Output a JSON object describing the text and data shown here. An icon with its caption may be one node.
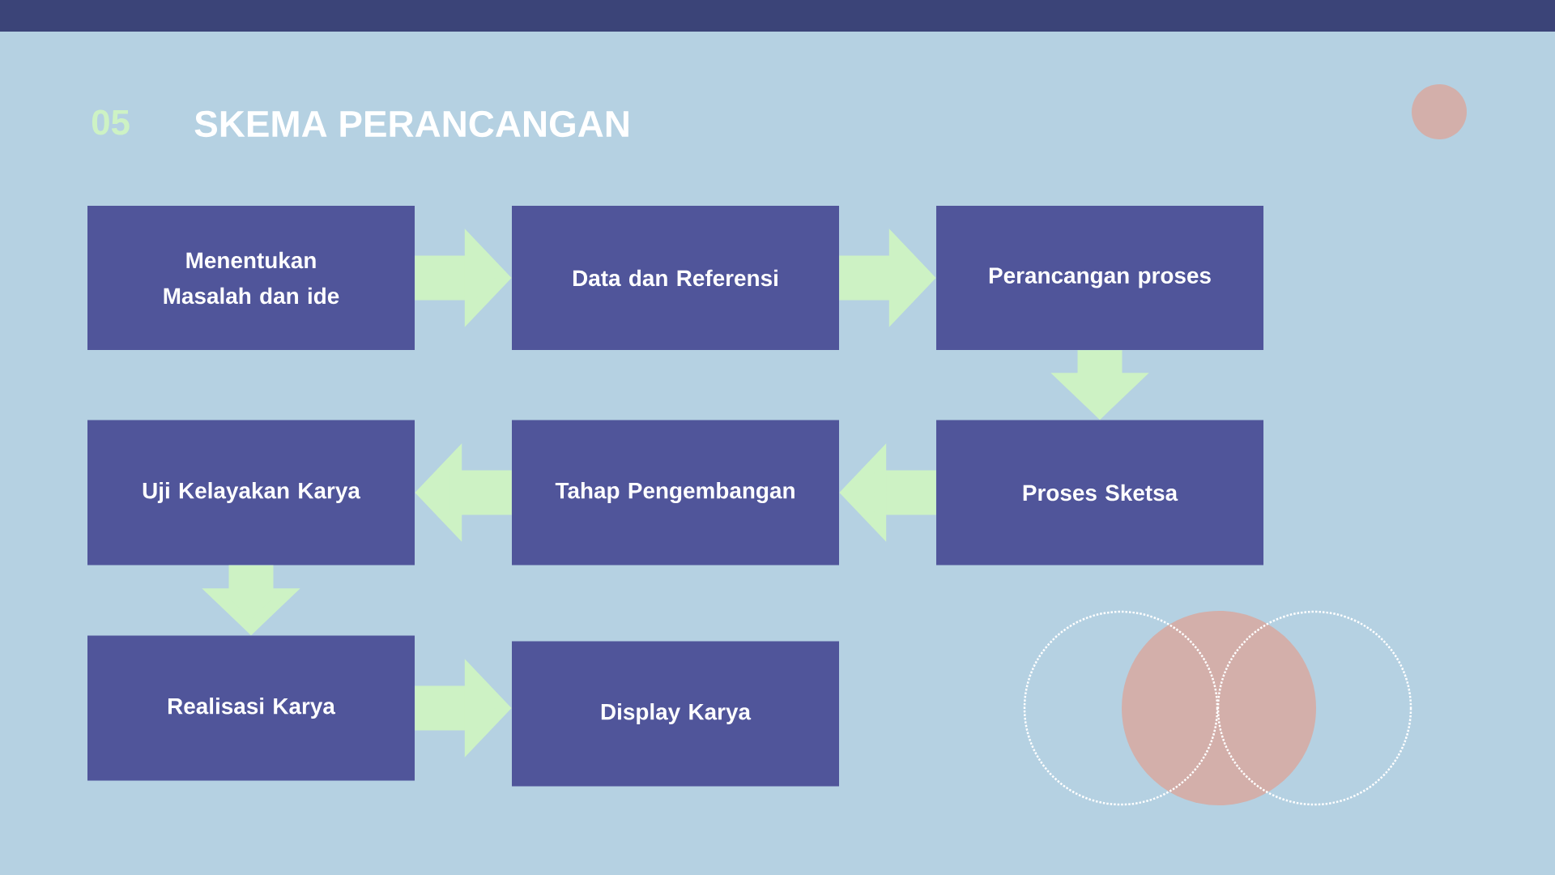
{
  "diagram": {
    "title": "SKEMA PERANCANGAN",
    "nodes": [
      {
        "text": [
          "Menentukan Masalah dan ide"
        ]
      },
      {
        "text": [
          "Data dan Referensi"
        ]
      },
      {
        "text": [
          "Perancangan proses"
        ]
      },
      {
        "text": [
          "Proses Sketsa"
        ]
      },
      {
        "text": [
          "Tahap Pengembangan"
        ]
      },
      {
        "text": [
          "Uji Kelayakan Karya"
        ]
      },
      {
        "text": [
          "Realisasi Karya"
        ]
      },
      {
        "text": [
          "Display Karya"
        ]
      }
    ],
    "edges": [
      {
        "from": 0,
        "to": 1,
        "arrow": "to"
      },
      {
        "from": 1,
        "to": 2,
        "arrow": "to"
      },
      {
        "from": 2,
        "to": 3,
        "arrow": "to"
      },
      {
        "from": 3,
        "to": 4,
        "arrow": "to"
      },
      {
        "from": 4,
        "to": 5,
        "arrow": "to"
      },
      {
        "from": 5,
        "to": 6,
        "arrow": "to"
      },
      {
        "from": 6,
        "to": 7,
        "arrow": "to"
      }
    ],
    "labels": [
      "05"
    ]
  }
}
